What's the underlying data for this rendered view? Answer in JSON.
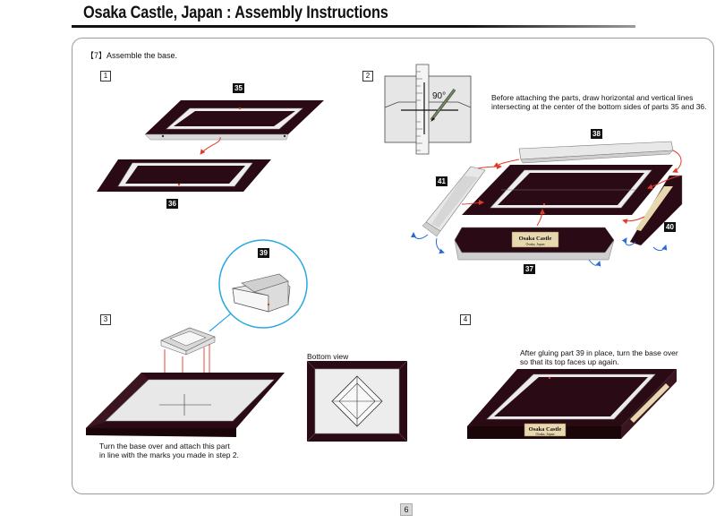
{
  "header": {
    "title": "Osaka Castle, Japan : Assembly Instructions"
  },
  "heading": "【7】Assemble the base.",
  "steps": [
    {
      "number": "1"
    },
    {
      "number": "2"
    },
    {
      "number": "3"
    },
    {
      "number": "4"
    }
  ],
  "parts": {
    "p35": "35",
    "p36": "36",
    "p38": "38",
    "p41": "41",
    "p40": "40",
    "p37": "37",
    "p39": "39"
  },
  "angle": "90°",
  "notes": {
    "step2_line1": "Before attaching the parts, draw horizontal and vertical lines",
    "step2_line2": "intersecting at the center of the bottom sides of parts 35 and 36.",
    "step3_line1": "Turn the base over and attach this part",
    "step3_line2": "in line with the marks you made in step 2.",
    "bottom_view": "Bottom view",
    "step4_line1": "After gluing part 39 in place, turn the base over",
    "step4_line2": "so that its top faces up again."
  },
  "plaque": {
    "name": "Osaka Castle",
    "sub": "Osaka, Japan"
  },
  "page": {
    "number": "6"
  },
  "colors": {
    "base": "#2a0a14",
    "paper": "#ffffff",
    "frame": "#e8e8e8",
    "arrow_red": "#e03a2a",
    "arrow_blue": "#2a6ad8",
    "callout": "#29a8e0"
  }
}
